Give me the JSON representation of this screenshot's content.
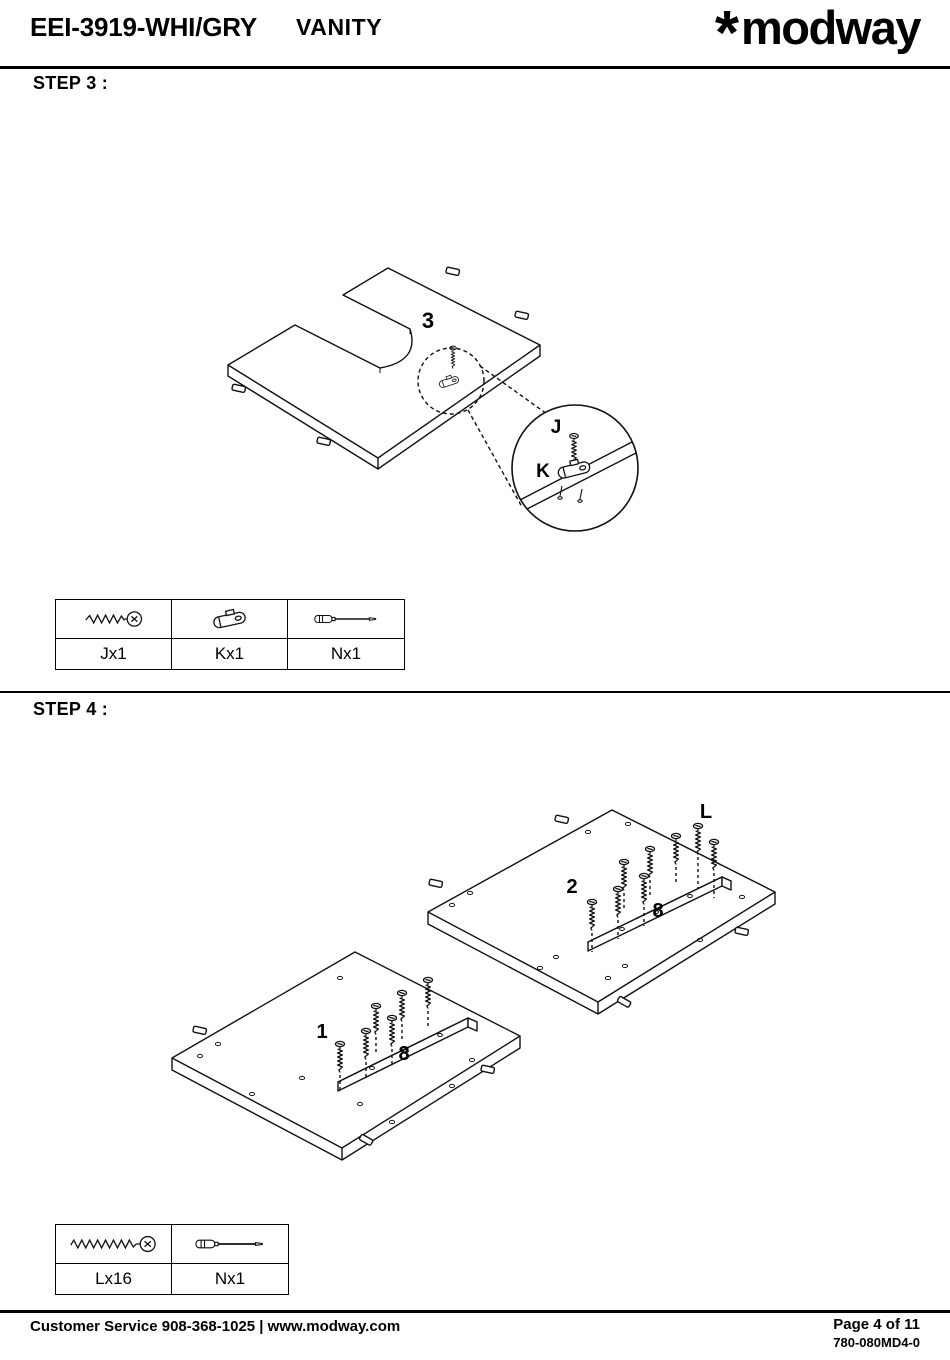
{
  "header": {
    "product_code": "EEI-3919-WHI/GRY",
    "product_name": "VANITY",
    "brand_mark": "*",
    "brand_name": "modway"
  },
  "step3": {
    "title": "STEP 3 :",
    "diagram": {
      "panel_label": "3",
      "screw_callout": "J",
      "fastener_callout": "K"
    },
    "parts": [
      {
        "icon": "screw-icon",
        "label": "Jx1"
      },
      {
        "icon": "cam-clip-icon",
        "label": "Kx1"
      },
      {
        "icon": "screwdriver-icon",
        "label": "Nx1"
      }
    ]
  },
  "step4": {
    "title": "STEP 4 :",
    "diagram": {
      "left_panel_label": "1",
      "right_panel_label": "2",
      "left_rail_label": "8",
      "right_rail_label": "8",
      "screws_label": "L"
    },
    "parts": [
      {
        "icon": "long-screw-icon",
        "label": "Lx16"
      },
      {
        "icon": "screwdriver-icon",
        "label": "Nx1"
      }
    ]
  },
  "footer": {
    "customer_service": "Customer Service 908-368-1025 | www.modway.com",
    "page": "Page 4 of 11",
    "doc_code": "780-080MD4-0"
  }
}
